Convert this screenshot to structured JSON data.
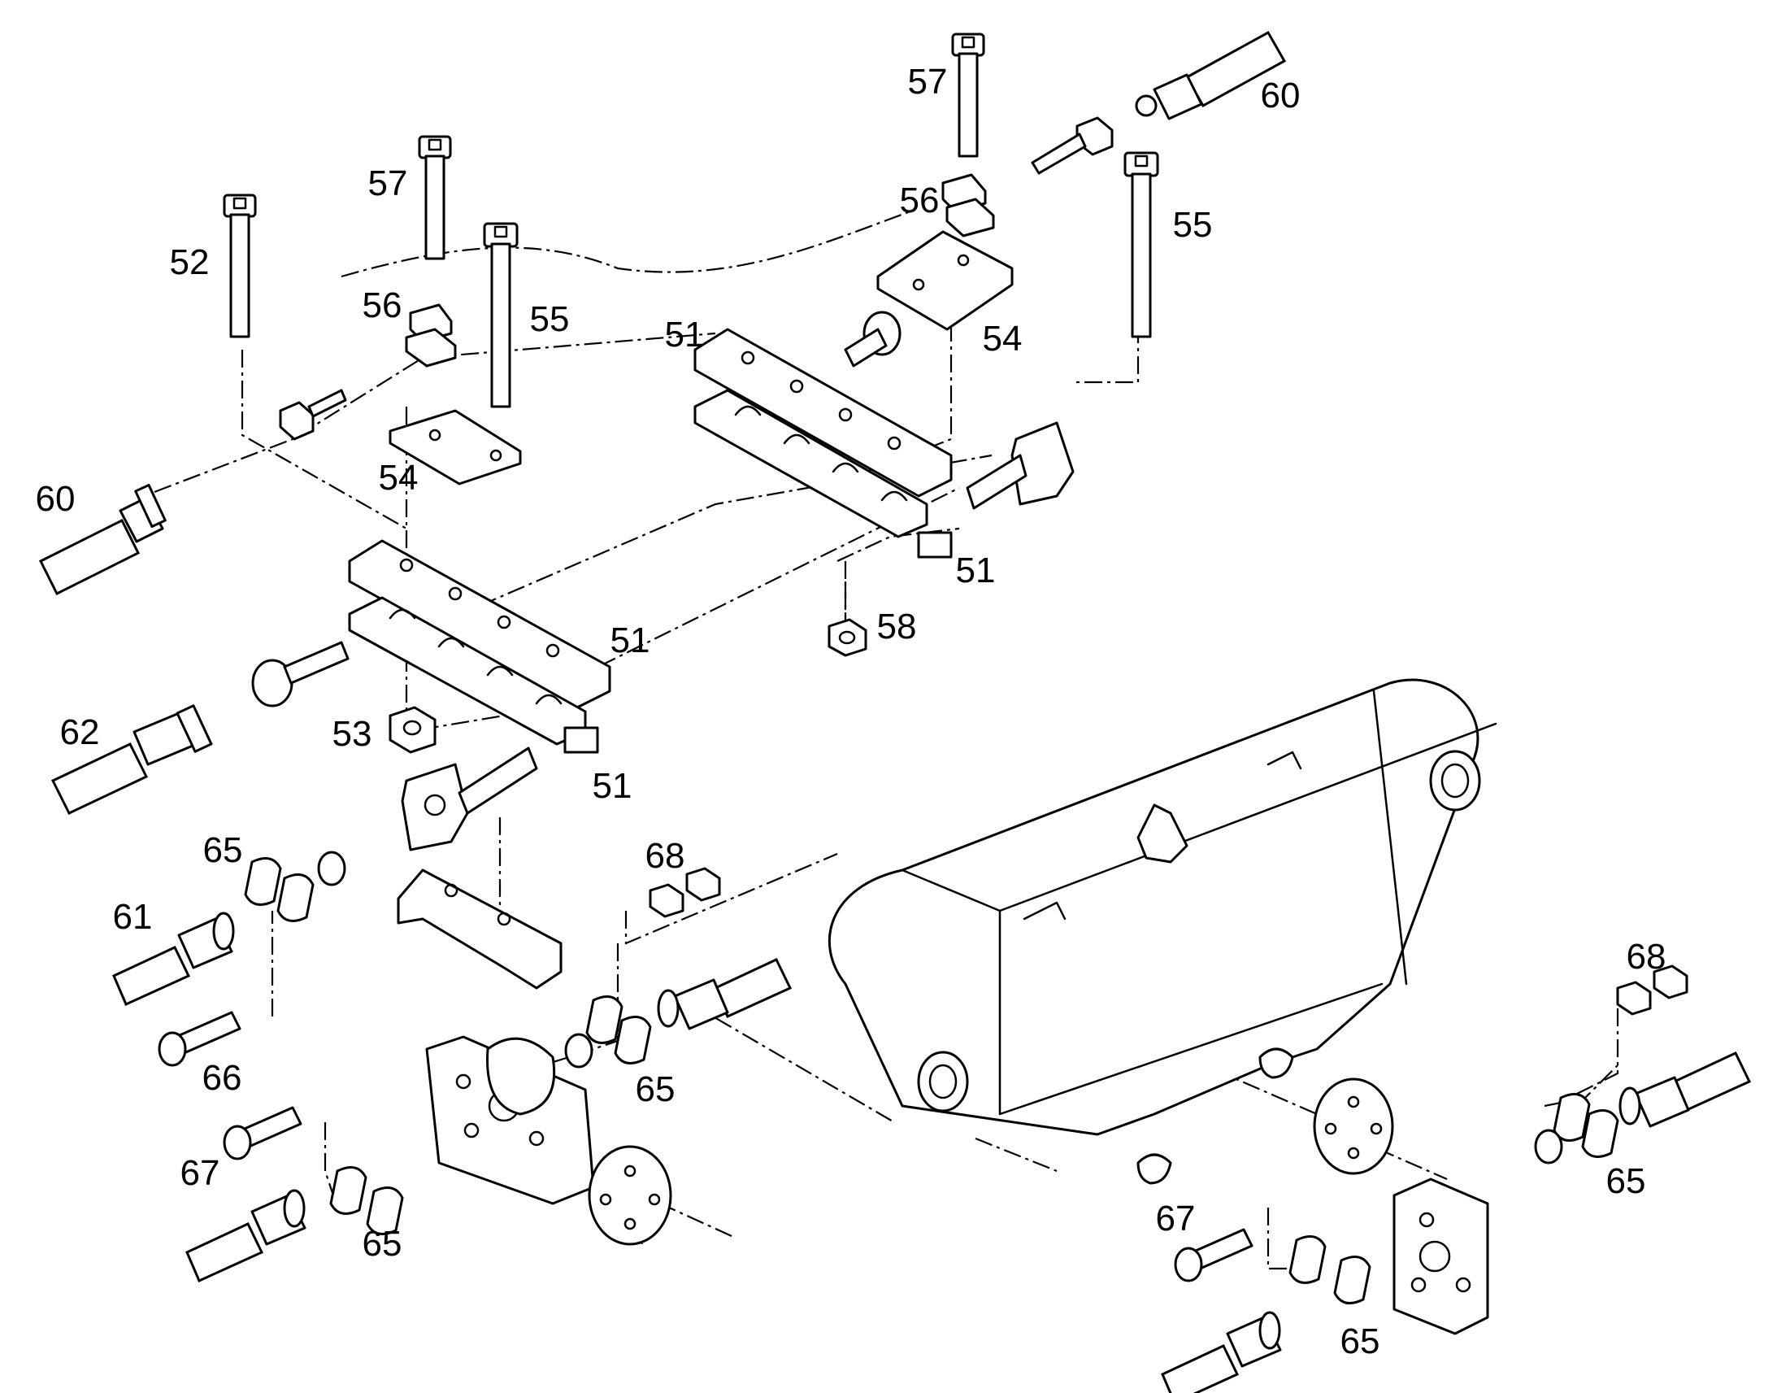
{
  "diagram": {
    "type": "exploded-parts-view",
    "line_color": "#000000",
    "background": "#ffffff"
  },
  "callouts": [
    {
      "id": "c51a",
      "label": "51"
    },
    {
      "id": "c51b",
      "label": "51"
    },
    {
      "id": "c51c",
      "label": "51"
    },
    {
      "id": "c51d",
      "label": "51"
    },
    {
      "id": "c52",
      "label": "52"
    },
    {
      "id": "c53",
      "label": "53"
    },
    {
      "id": "c54a",
      "label": "54"
    },
    {
      "id": "c54b",
      "label": "54"
    },
    {
      "id": "c55a",
      "label": "55"
    },
    {
      "id": "c55b",
      "label": "55"
    },
    {
      "id": "c56a",
      "label": "56"
    },
    {
      "id": "c56b",
      "label": "56"
    },
    {
      "id": "c57a",
      "label": "57"
    },
    {
      "id": "c57b",
      "label": "57"
    },
    {
      "id": "c58",
      "label": "58"
    },
    {
      "id": "c60a",
      "label": "60"
    },
    {
      "id": "c60b",
      "label": "60"
    },
    {
      "id": "c61",
      "label": "61"
    },
    {
      "id": "c62",
      "label": "62"
    },
    {
      "id": "c65a",
      "label": "65"
    },
    {
      "id": "c65b",
      "label": "65"
    },
    {
      "id": "c65c",
      "label": "65"
    },
    {
      "id": "c65d",
      "label": "65"
    },
    {
      "id": "c65e",
      "label": "65"
    },
    {
      "id": "c66",
      "label": "66"
    },
    {
      "id": "c67a",
      "label": "67"
    },
    {
      "id": "c67b",
      "label": "67"
    },
    {
      "id": "c68a",
      "label": "68"
    },
    {
      "id": "c68b",
      "label": "68"
    }
  ]
}
